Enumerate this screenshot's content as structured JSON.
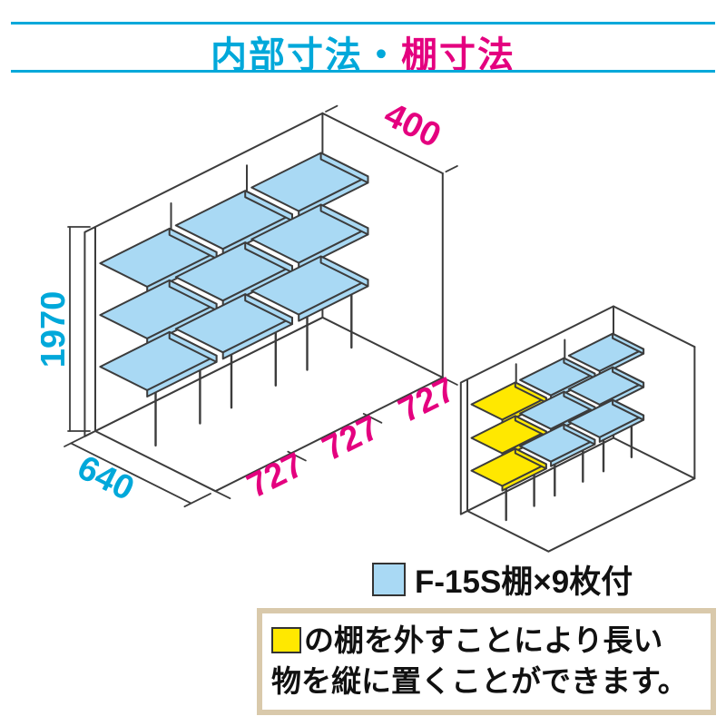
{
  "title": {
    "part1": "内部寸法",
    "separator": "・",
    "part2": "棚寸法"
  },
  "colors": {
    "cyan": "#00a8da",
    "magenta": "#e4007f",
    "shelf_blue": "#a9d9f4",
    "shelf_yellow": "#ffe800",
    "line": "#3c3c3c",
    "note_border": "#d9c9ab"
  },
  "main_diagram": {
    "depth_top": "400",
    "height": "1970",
    "depth_bottom": "640",
    "width_1": "727",
    "width_2": "727",
    "width_3": "727"
  },
  "legend": {
    "label": "F-15S棚×9枚付"
  },
  "note": {
    "line1": "の棚を外すことにより長い",
    "line2": "物を縦に置くことができます。"
  }
}
